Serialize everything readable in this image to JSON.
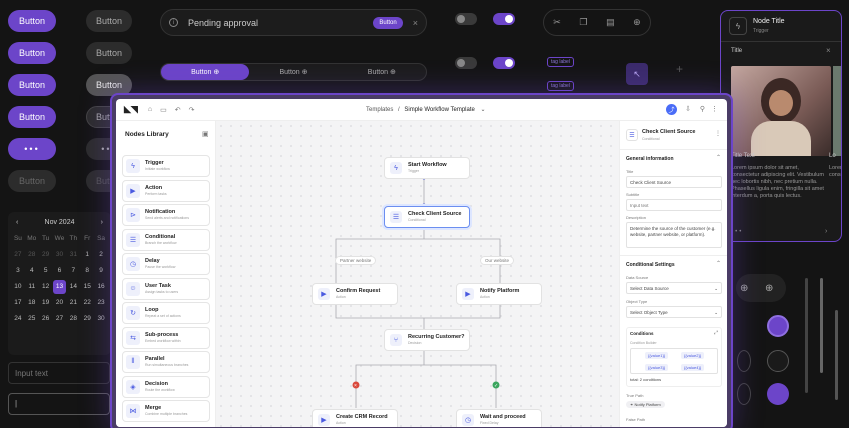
{
  "left_buttons": {
    "label": "Button",
    "dots": "•••"
  },
  "alert": {
    "text": "Pending approval",
    "button": "Button",
    "close": "×"
  },
  "segmented": {
    "items": [
      "Button",
      "Button",
      "Button"
    ]
  },
  "tags": [
    "tag label",
    "tag label"
  ],
  "calendar": {
    "month": "Nov 2024",
    "prev": "‹",
    "next": "›",
    "weekdays": [
      "Su",
      "Mo",
      "Tu",
      "We",
      "Th",
      "Fr",
      "Sa"
    ],
    "days": [
      "27",
      "28",
      "29",
      "30",
      "31",
      "1",
      "2",
      "3",
      "4",
      "5",
      "6",
      "7",
      "8",
      "9",
      "10",
      "11",
      "12",
      "13",
      "14",
      "15",
      "16",
      "17",
      "18",
      "19",
      "20",
      "21",
      "22",
      "23",
      "24",
      "25",
      "26",
      "27",
      "28",
      "29",
      "30"
    ],
    "selected": "13"
  },
  "inputs": {
    "placeholder": "Input text"
  },
  "side_card": {
    "node_title": "Node Title",
    "trigger": "Trigger",
    "title": "Title",
    "title_text": "Title Text",
    "body": "Lorem ipsum dolor sit amet, consectetur adipiscing elit. Vestibulum nec lobortis nibh, nec pretium nulla. Phasellus ligula enim, fringilla sit amet interdum a, porta quis lectus.",
    "right_label": "Lo",
    "right_body": "Lorem consect"
  },
  "app": {
    "breadcrumb_root": "Templates",
    "breadcrumb_sep": "/",
    "breadcrumb_current": "Simple Workflow Template"
  },
  "library": {
    "title": "Nodes Library",
    "items": [
      {
        "icon": "ϟ",
        "name": "Trigger",
        "desc": "Initiate workflow"
      },
      {
        "icon": "▶",
        "name": "Action",
        "desc": "Perform tasks"
      },
      {
        "icon": "⊳",
        "name": "Notification",
        "desc": "Send alerts and notifications"
      },
      {
        "icon": "☰",
        "name": "Conditional",
        "desc": "Branch the workflow"
      },
      {
        "icon": "◷",
        "name": "Delay",
        "desc": "Pause the workflow"
      },
      {
        "icon": "☺",
        "name": "User Task",
        "desc": "Assign tasks to users"
      },
      {
        "icon": "↻",
        "name": "Loop",
        "desc": "Repeat a set of actions"
      },
      {
        "icon": "⇆",
        "name": "Sub-process",
        "desc": "Embed workflow within"
      },
      {
        "icon": "⫴",
        "name": "Parallel",
        "desc": "Run simultaneous branches"
      },
      {
        "icon": "◈",
        "name": "Decision",
        "desc": "Route the workflow"
      },
      {
        "icon": "⋈",
        "name": "Merge",
        "desc": "Combine multiple branches"
      }
    ]
  },
  "nodes": {
    "start": {
      "name": "Start Workflow",
      "type": "Trigger"
    },
    "check": {
      "name": "Check Client Source",
      "type": "Conditional"
    },
    "label_left": "Partner website",
    "label_right": "Our website",
    "confirm": {
      "name": "Confirm Request",
      "type": "Action"
    },
    "notify": {
      "name": "Notify Platform",
      "type": "Action"
    },
    "recurring": {
      "name": "Recurring Customer?",
      "type": "Decision"
    },
    "create": {
      "name": "Create CRM Record",
      "type": "Action"
    },
    "wait": {
      "name": "Wait and proceed",
      "type": "Fixed Delay"
    }
  },
  "props": {
    "title": "Check Client Source",
    "subtitle": "Conditional",
    "general": "General information",
    "f_title": "Title",
    "v_title": "Check Client Source",
    "f_subtitle": "Subtitle",
    "v_subtitle": "Input text",
    "f_desc": "Description",
    "v_desc": "Determine the source of the customer (e.g. website, partner website, or platform).",
    "cond_settings": "Conditional Settings",
    "f_source": "Data Source",
    "v_source": "Select Data Source",
    "f_objtype": "Object Type",
    "v_objtype": "Select Object Type",
    "conditions": "Conditions",
    "f_cond": "Condition Builder",
    "chips": [
      "{{value1}}",
      "{{value2}}",
      "{{value3}}",
      "{{value4}}"
    ],
    "total": "total: 2 conditions",
    "f_true": "True Path",
    "v_true": "Notify Platform",
    "f_false": "False Path"
  },
  "colors": {
    "accent": "#6c45c9",
    "node_accent": "#4a5ae0",
    "bg": "#141414"
  }
}
